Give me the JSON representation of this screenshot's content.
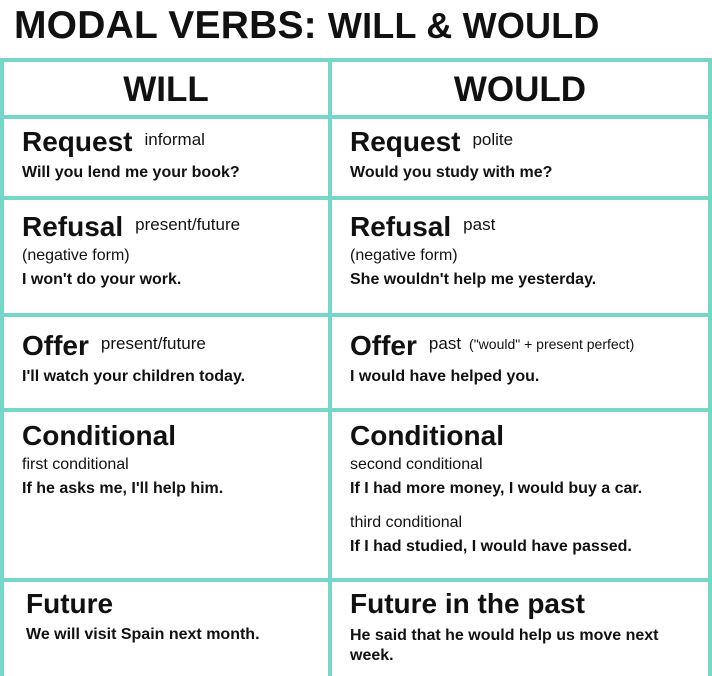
{
  "title": {
    "part1": "MODAL VERBS:",
    "part2": "WILL & WOULD"
  },
  "columns": {
    "will": "WILL",
    "would": "WOULD"
  },
  "rows": [
    {
      "will": {
        "heading": "Request",
        "tag": "informal",
        "note": "",
        "example": "Will you lend me your book?"
      },
      "would": {
        "heading": "Request",
        "tag": "polite",
        "note": "",
        "example": "Would you study with me?"
      }
    },
    {
      "will": {
        "heading": "Refusal",
        "tag": "present/future",
        "note": "(negative form)",
        "example": "I won't do your work."
      },
      "would": {
        "heading": "Refusal",
        "tag": "past",
        "note": "(negative form)",
        "example": "She wouldn't help me yesterday."
      }
    },
    {
      "will": {
        "heading": "Offer",
        "tag": "present/future",
        "note": "",
        "example": "I'll watch your children today."
      },
      "would": {
        "heading": "Offer",
        "tag": "past",
        "tag_extra": "(\"would\" + present perfect)",
        "note": "",
        "example": "I would have helped you."
      }
    },
    {
      "will": {
        "heading": "Conditional",
        "note": "first conditional",
        "example": "If he asks me, I'll help him."
      },
      "would": {
        "heading": "Conditional",
        "note": "second conditional",
        "example": "If I had more money, I would buy a car.",
        "note2": "third conditional",
        "example2": "If I had studied, I would have passed."
      }
    },
    {
      "will": {
        "heading": "Future",
        "example": "We will visit Spain next month."
      },
      "would": {
        "heading": "Future in the past",
        "example": "He said that he would help us move next week."
      }
    }
  ],
  "colors": {
    "divider": "#76d7c8",
    "text": "#111111",
    "background": "#ffffff"
  }
}
